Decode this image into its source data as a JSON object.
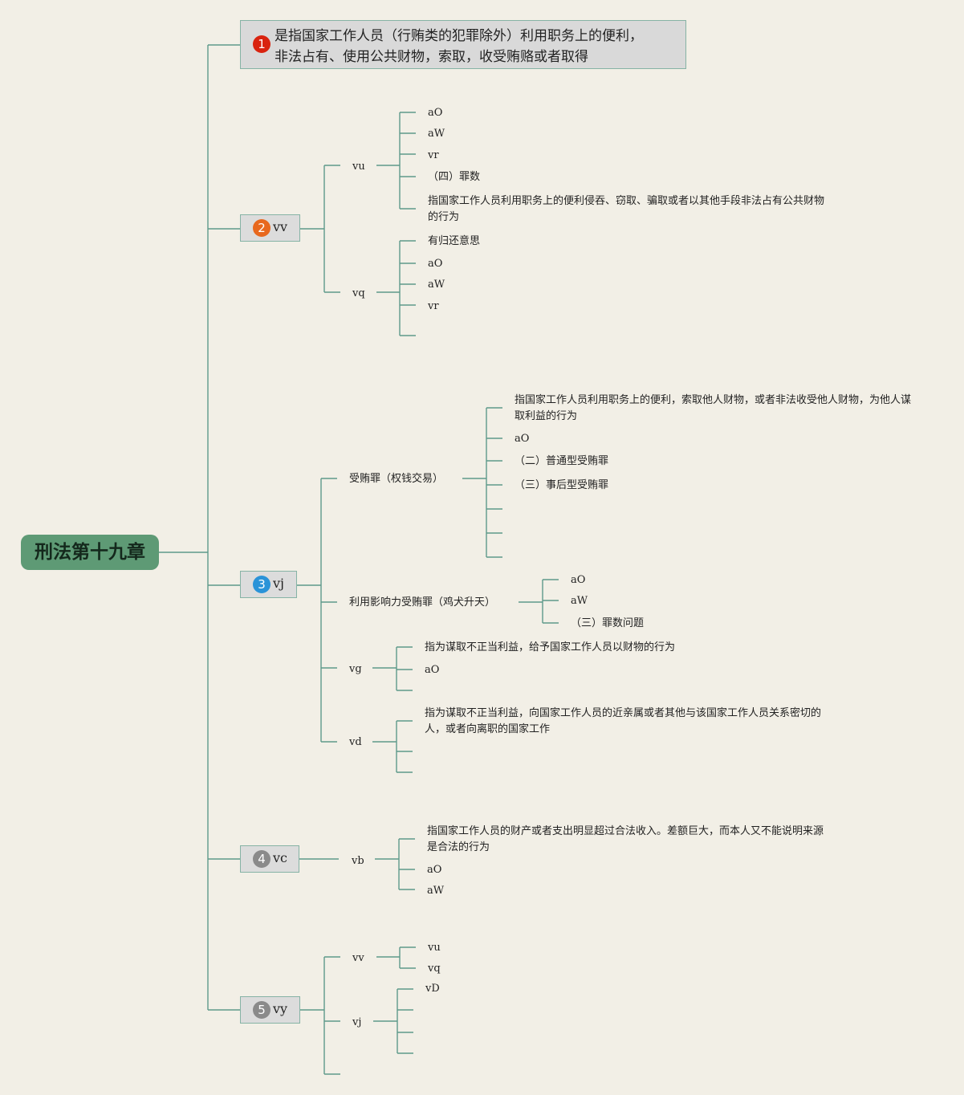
{
  "root": {
    "label": "刑法第十九章"
  },
  "main_topics": [
    {
      "number": "1",
      "color": "#d9230f",
      "lines": [
        "是指国家工作人员（行贿类的犯罪除外）利用职务上的便利，",
        "非法占有、使用公共财物，索取，收受贿赂或者取得"
      ]
    },
    {
      "number": "2",
      "color": "#e8681e",
      "label": "vv"
    },
    {
      "number": "3",
      "color": "#2a93d8",
      "label": "vj"
    },
    {
      "number": "4",
      "color": "#8a8a8a",
      "label": "vc"
    },
    {
      "number": "5",
      "color": "#8a8a8a",
      "label": "vy"
    }
  ],
  "branch2": {
    "vu": {
      "label": "vu",
      "items": [
        "aO",
        "aW",
        "vr",
        "（四）罪数",
        "指国家工作人员利用职务上的便利侵吞、窃取、骗取或者以其他手段非法占有公共财物的行为"
      ]
    },
    "vq": {
      "label": "vq",
      "items": [
        "有归还意思",
        "aO",
        "aW",
        "vr"
      ]
    }
  },
  "branch3": {
    "bribe": {
      "label": "受贿罪（权钱交易）",
      "items": [
        "指国家工作人员利用职务上的便利，索取他人财物，或者非法收受他人财物，为他人谋取利益的行为",
        "aO",
        "（二）普通型受贿罪",
        "（三）事后型受贿罪"
      ]
    },
    "influence": {
      "label": "利用影响力受贿罪（鸡犬升天）",
      "items": [
        "aO",
        "aW",
        "（三）罪数问题"
      ]
    },
    "vg": {
      "label": "vg",
      "items": [
        "指为谋取不正当利益，给予国家工作人员以财物的行为",
        "aO"
      ]
    },
    "vd": {
      "label": "vd",
      "items": [
        "指为谋取不正当利益，向国家工作人员的近亲属或者其他与该国家工作人员关系密切的人，或者向离职的国家工作"
      ]
    }
  },
  "branch4": {
    "vb": {
      "label": "vb",
      "items": [
        "指国家工作人员的财产或者支出明显超过合法收入。差额巨大，而本人又不能说明来源是合法的行为",
        "aO",
        "aW"
      ]
    }
  },
  "branch5": {
    "vv": {
      "label": "vv",
      "items": [
        "vu",
        "vq"
      ]
    },
    "vj": {
      "label": "vj",
      "items": [
        "vD"
      ]
    }
  }
}
